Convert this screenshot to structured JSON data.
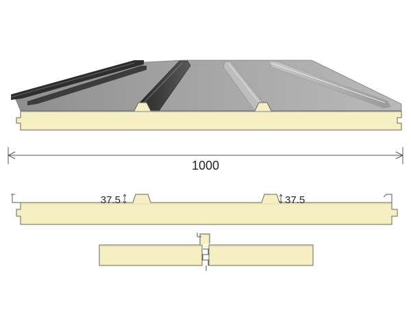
{
  "colors": {
    "core": "#f6efc4",
    "core_stroke": "#6b6652",
    "metal_top": "#a9a9a9",
    "metal_dark": "#3a3a3a",
    "dimension_line": "#555555"
  },
  "dimensions": {
    "width_label": "1000",
    "rib_height_left": "37.5",
    "rib_height_right": "37.5"
  }
}
